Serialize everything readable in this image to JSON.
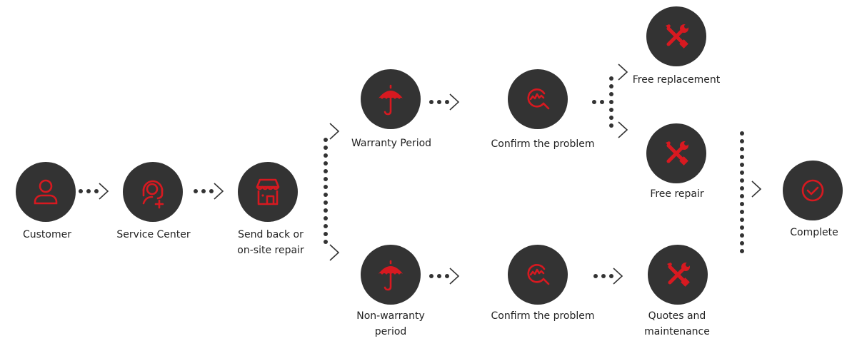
{
  "colors": {
    "accent": "#d71920",
    "node": "#333333",
    "connector": "#333333",
    "text": "#222222"
  },
  "steps": {
    "customer": {
      "label": "Customer",
      "icon": "user-icon"
    },
    "service_center": {
      "label": "Service Center",
      "icon": "headset-icon"
    },
    "send_back": {
      "label_line1": "Send back or",
      "label_line2": "on-site repair",
      "icon": "store-icon"
    },
    "warranty": {
      "label": "Warranty Period",
      "icon": "umbrella-icon"
    },
    "non_warranty": {
      "label_line1": "Non-warranty",
      "label_line2": "period",
      "icon": "umbrella-icon"
    },
    "confirm_top": {
      "label": "Confirm the problem",
      "icon": "magnifier-icon"
    },
    "confirm_bottom": {
      "label": "Confirm the problem",
      "icon": "magnifier-icon"
    },
    "free_replacement": {
      "label": "Free replacement",
      "icon": "tools-icon"
    },
    "free_repair": {
      "label": "Free repair",
      "icon": "tools-icon"
    },
    "quotes": {
      "label_line1": "Quotes and",
      "label_line2": "maintenance",
      "icon": "tools-icon"
    },
    "complete": {
      "label": "Complete",
      "icon": "check-circle-icon"
    }
  }
}
